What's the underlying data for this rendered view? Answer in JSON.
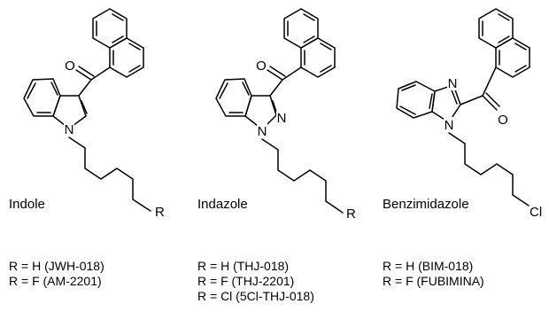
{
  "structures": [
    {
      "name": "Indole",
      "r_group": "R",
      "ring_atoms": {
        "n1": "N",
        "o": "O"
      },
      "variants": [
        "R = H (JWH-018)",
        "R = F (AM-2201)"
      ]
    },
    {
      "name": "Indazole",
      "r_group": "R",
      "ring_atoms": {
        "n1": "N",
        "n2": "N",
        "o": "O"
      },
      "variants": [
        "R = H (THJ-018)",
        "R = F (THJ-2201)",
        "R = Cl (5Cl-THJ-018)"
      ]
    },
    {
      "name": "Benzimidazole",
      "r_group": "Cl",
      "ring_atoms": {
        "n1": "N",
        "n3": "N",
        "o": "O"
      },
      "variants": [
        "R = H (BIM-018)",
        "R = F (FUBIMINA)"
      ]
    }
  ]
}
